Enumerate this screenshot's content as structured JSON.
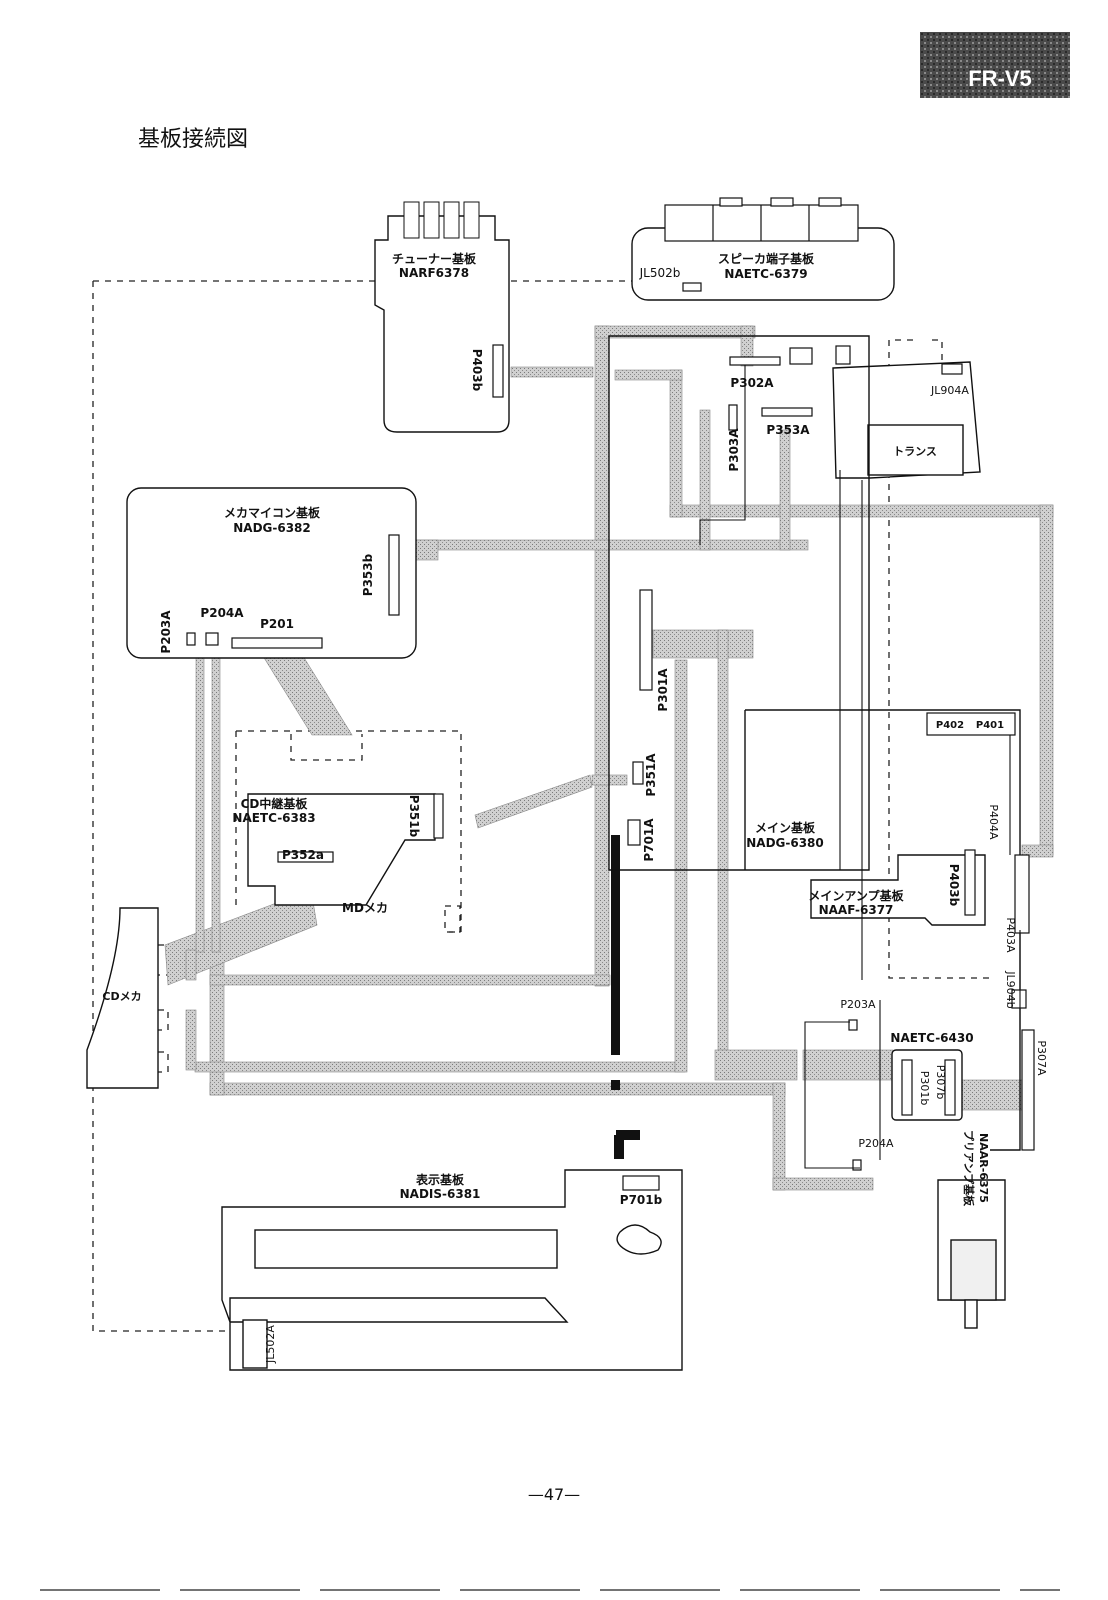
{
  "header": {
    "model_badge": "FR-V5",
    "title": "基板接続図"
  },
  "boards": {
    "tuner": {
      "name": "チューナー基板",
      "code": "NARF6378",
      "connector": "P403b"
    },
    "speaker": {
      "name": "スピーカ端子基板",
      "code": "NAETC-6379",
      "connector": "JL502b"
    },
    "mecha_micon": {
      "name": "メカマイコン基板",
      "code": "NADG-6382",
      "connectors": [
        "P353b",
        "P203A",
        "P204A",
        "P201"
      ]
    },
    "cd_relay": {
      "name": "CD中継基板",
      "code": "NAETC-6383",
      "connectors": [
        "P351b",
        "P352a"
      ]
    },
    "md_mecha": {
      "name": "MDメカ"
    },
    "cd_mecha": {
      "name": "CDメカ"
    },
    "main": {
      "name": "メイン基板",
      "code": "NADG-6380",
      "connectors": [
        "P302A",
        "P353A",
        "P303A",
        "P301A",
        "P351A",
        "P701A",
        "P402",
        "P401",
        "P404A",
        "P403A",
        "JL904b",
        "P307A",
        "P203A",
        "P204A"
      ]
    },
    "transformer": {
      "name": "トランス",
      "connector": "JL904A"
    },
    "main_amp": {
      "name": "メインアンプ基板",
      "code": "NAAF-6377",
      "connector": "P403b"
    },
    "relay_6430": {
      "code": "NAETC-6430",
      "connectors": [
        "P307b",
        "P301b"
      ]
    },
    "preamp": {
      "name": "プリアンプ基板",
      "code": "NAAR-6375"
    },
    "display": {
      "name": "表示基板",
      "code": "NADIS-6381",
      "connectors": [
        "P701b",
        "JL502A"
      ]
    }
  },
  "footer": {
    "page_number": "—47—"
  }
}
